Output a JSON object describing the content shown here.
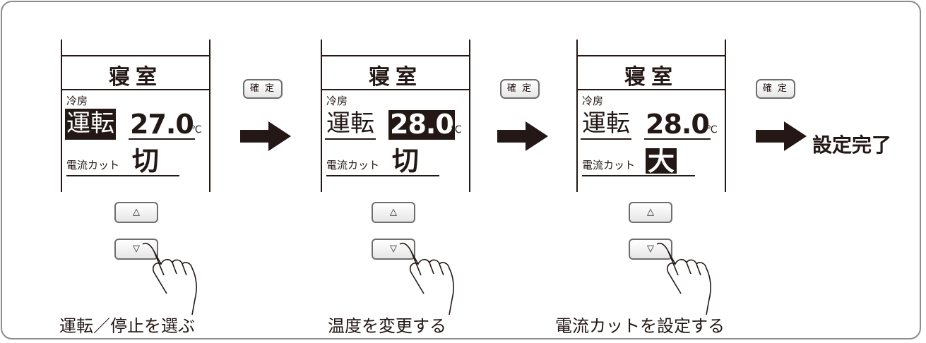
{
  "panels": [
    {
      "room": "寝室",
      "mode": "冷房",
      "run": "運転",
      "temp": "27.0",
      "unit": "℃",
      "cut_label": "電流カット",
      "cut_value": "切",
      "up": "△",
      "down": "▽",
      "caption": "運転／停止を選ぶ"
    },
    {
      "room": "寝室",
      "mode": "冷房",
      "run": "運転",
      "temp": "28.0",
      "unit": "℃",
      "cut_label": "電流カット",
      "cut_value": "切",
      "up": "△",
      "down": "▽",
      "caption": "温度を変更する"
    },
    {
      "room": "寝室",
      "mode": "冷房",
      "run": "運転",
      "temp": "28.0",
      "unit": "℃",
      "cut_label": "電流カット",
      "cut_value": "大",
      "up": "△",
      "down": "▽",
      "caption": "電流カットを設定する"
    }
  ],
  "confirm_labels": [
    "確 定",
    "確 定",
    "確 定"
  ],
  "done_label": "設定完了"
}
